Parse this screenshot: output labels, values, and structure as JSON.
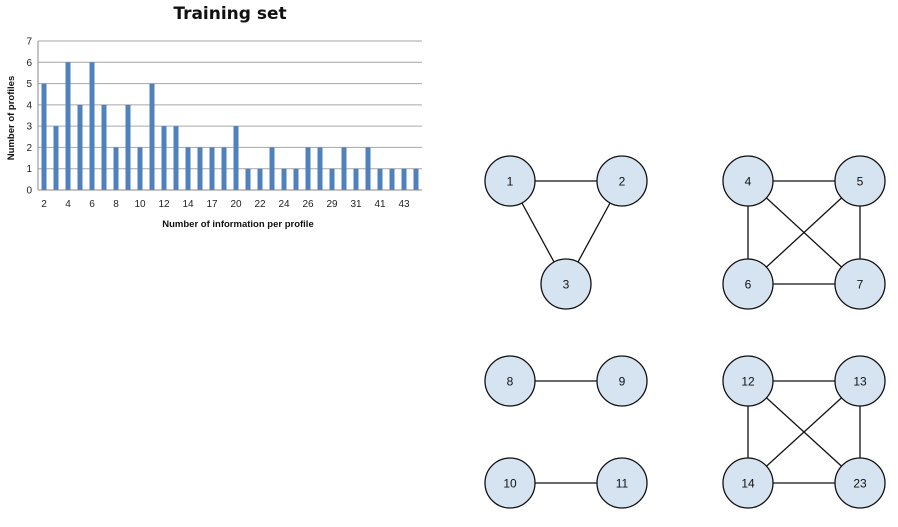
{
  "chart_data": {
    "type": "bar",
    "title": "Training set",
    "xlabel": "Number of information per profile",
    "ylabel": "Number of profiles",
    "ylim": [
      0,
      7
    ],
    "yticks": [
      0,
      1,
      2,
      3,
      4,
      5,
      6,
      7
    ],
    "grid": true,
    "color": "#4F81BD",
    "categories": [
      "2",
      "3",
      "4",
      "5",
      "6",
      "7",
      "8",
      "9",
      "10",
      "11",
      "12",
      "13",
      "14",
      "15",
      "17",
      "18",
      "20",
      "21",
      "22",
      "23",
      "24",
      "25",
      "26",
      "27",
      "29",
      "30",
      "31",
      "32",
      "41",
      "42",
      "43",
      "44"
    ],
    "tick_labels": [
      "2",
      "4",
      "6",
      "8",
      "10",
      "12",
      "14",
      "17",
      "20",
      "22",
      "24",
      "26",
      "29",
      "31",
      "41",
      "43"
    ],
    "values": [
      5,
      3,
      6,
      4,
      6,
      4,
      2,
      4,
      2,
      5,
      3,
      3,
      2,
      2,
      2,
      2,
      3,
      1,
      1,
      2,
      1,
      1,
      2,
      2,
      1,
      2,
      1,
      2,
      1,
      1,
      1,
      1
    ]
  },
  "diagram": {
    "node_fill": "#D6E4F2",
    "groups": [
      {
        "nodes": [
          "1",
          "2",
          "3"
        ],
        "edges": [
          [
            0,
            1
          ],
          [
            0,
            2
          ],
          [
            1,
            2
          ]
        ]
      },
      {
        "nodes": [
          "4",
          "5",
          "6",
          "7"
        ],
        "edges": [
          [
            0,
            1
          ],
          [
            0,
            2
          ],
          [
            0,
            3
          ],
          [
            1,
            2
          ],
          [
            1,
            3
          ],
          [
            2,
            3
          ]
        ]
      },
      {
        "nodes": [
          "8",
          "9"
        ],
        "edges": [
          [
            0,
            1
          ]
        ]
      },
      {
        "nodes": [
          "10",
          "11"
        ],
        "edges": [
          [
            0,
            1
          ]
        ]
      },
      {
        "nodes": [
          "12",
          "13",
          "14",
          "23"
        ],
        "edges": [
          [
            0,
            1
          ],
          [
            0,
            2
          ],
          [
            0,
            3
          ],
          [
            1,
            2
          ],
          [
            1,
            3
          ],
          [
            2,
            3
          ]
        ]
      }
    ]
  }
}
